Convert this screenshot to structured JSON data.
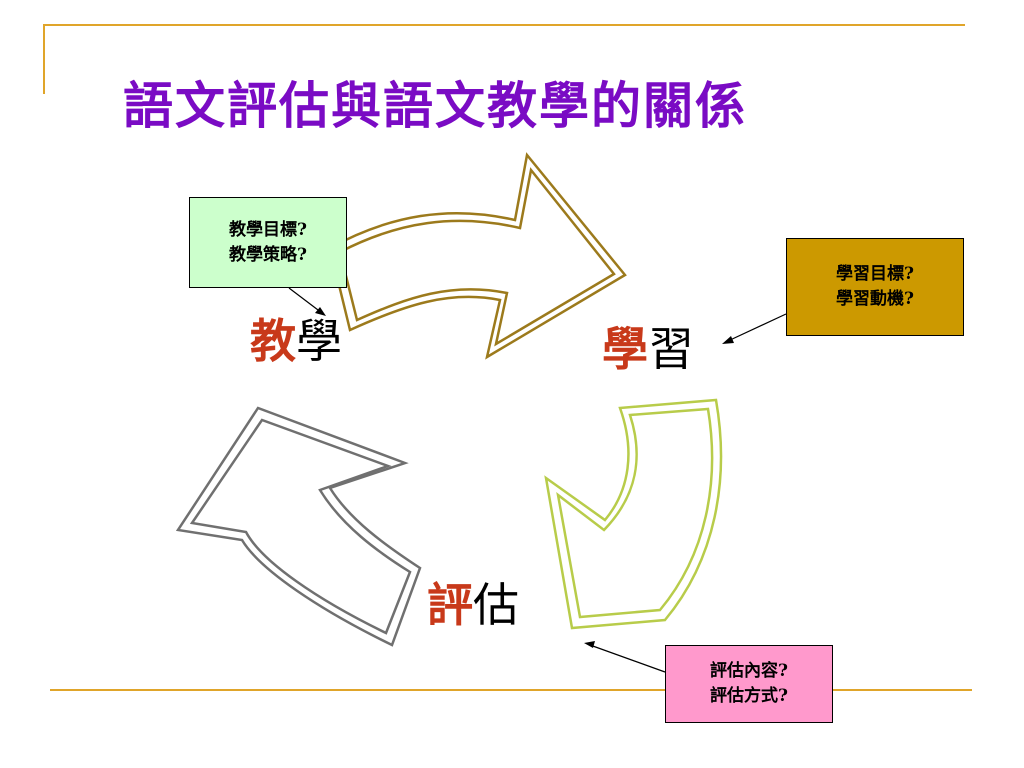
{
  "title": "語文評估與語文教學的關係",
  "nodes": {
    "teaching": {
      "highlight": "教",
      "rest": "學"
    },
    "learning": {
      "highlight": "學",
      "rest": "習"
    },
    "assessment": {
      "highlight": "評",
      "rest": "估"
    }
  },
  "callouts": {
    "teaching": {
      "lines": [
        "教學目標?",
        "教學策略?"
      ],
      "color": "#ccffcc"
    },
    "learning": {
      "lines": [
        "學習目標?",
        "學習動機?"
      ],
      "color": "#cc9900"
    },
    "assessment": {
      "lines": [
        "評估內容?",
        "評估方式?"
      ],
      "color": "#ff99cc"
    }
  },
  "colors": {
    "title": "#7a0bc4",
    "highlight": "#c8391a",
    "rule": "#e0a52a",
    "arrow_teaching_to_learning": "#9c7a1c",
    "arrow_learning_to_assessment": "#b8cc4a",
    "arrow_assessment_to_teaching": "#707070"
  }
}
